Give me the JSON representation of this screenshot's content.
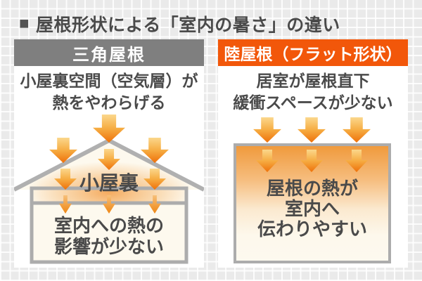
{
  "title": {
    "bullet": "■",
    "text": "屋根形状による「室内の暑さ」の違い"
  },
  "left_panel": {
    "header": "三角屋根",
    "description": [
      "小屋裏空間（空気層）が",
      "熱をやわらげる"
    ],
    "attic_label": "小屋裏",
    "room_note": [
      "室内への熱の",
      "影響が少ない"
    ]
  },
  "right_panel": {
    "header": "陸屋根（フラット形状）",
    "description": [
      "居室が屋根直下",
      "緩衝スペースが少ない"
    ],
    "box_note": [
      "屋根の熱が",
      "室内へ",
      "伝わりやすい"
    ]
  },
  "colors": {
    "header_gray": "#7f7f7f",
    "header_orange": "#f2570a",
    "heat_arrow_light": "#fbd78c",
    "heat_arrow_deep": "#ee7009",
    "outline_gray": "#acacac",
    "text_dark": "#4a4a4a",
    "panel_background": "#ffffff",
    "interior_cream": "#fdf9ee",
    "grid_background": "#eaeaea"
  }
}
